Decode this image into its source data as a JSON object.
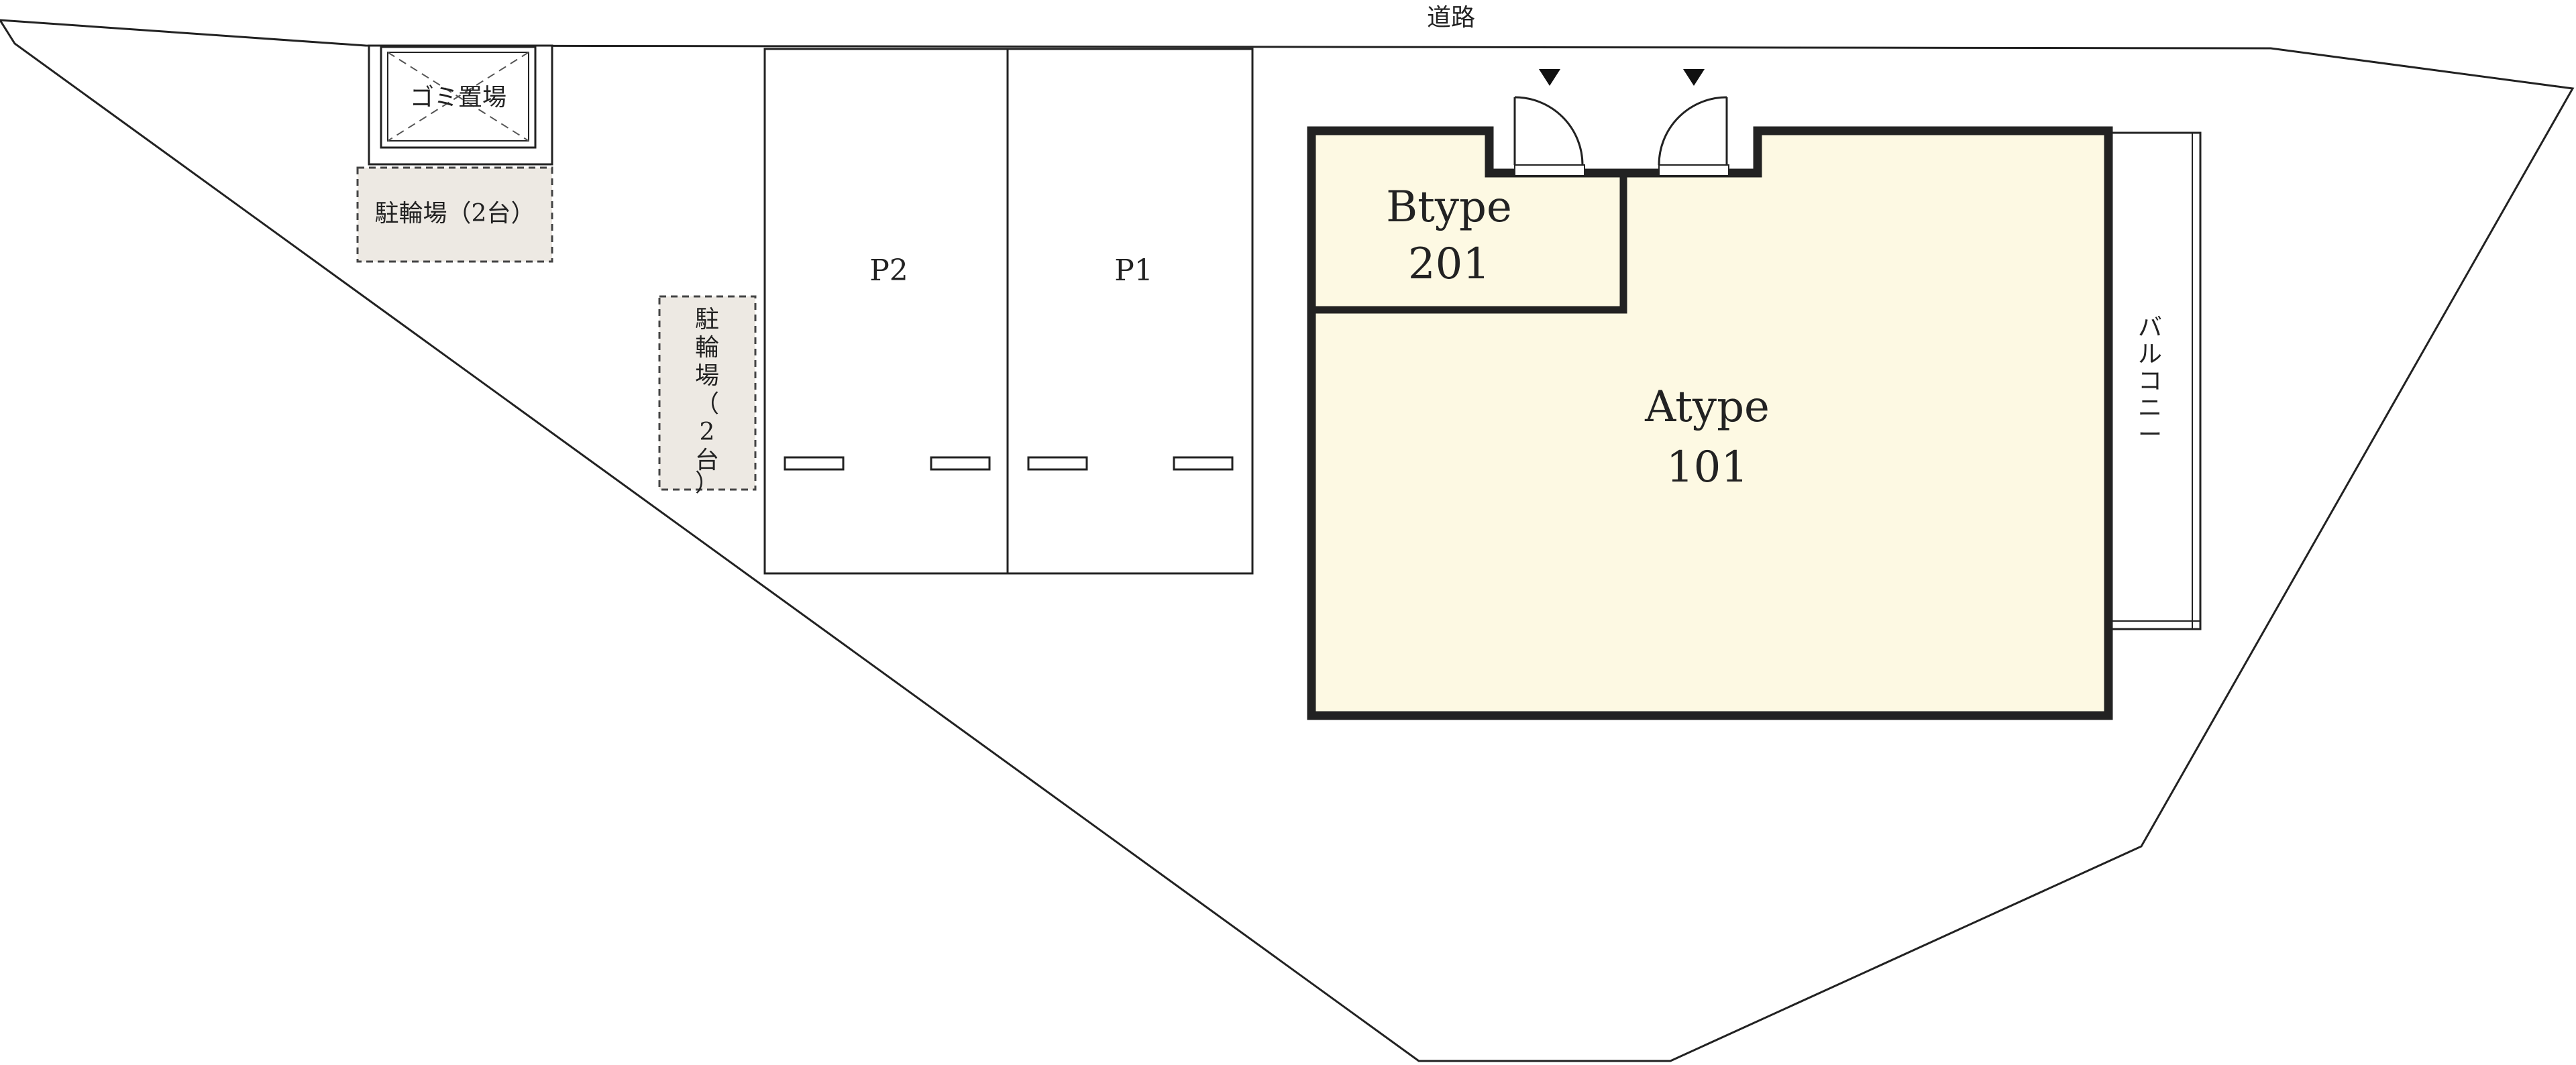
{
  "road_label": "道路",
  "garbage_label": "ゴミ置場",
  "bike_parking_top_label": "駐輪場（2台）",
  "bike_parking_side_label": [
    "駐",
    "輪",
    "場",
    "（",
    "2",
    "台",
    "）"
  ],
  "parking": [
    {
      "label": "P2"
    },
    {
      "label": "P1"
    }
  ],
  "rooms": [
    {
      "type": "Btype",
      "number": "201"
    },
    {
      "type": "Atype",
      "number": "101"
    }
  ],
  "balcony_label": [
    "バ",
    "ル",
    "コ",
    "ニ",
    "ー"
  ],
  "colors": {
    "room_fill": "#fdf9e3",
    "bike_fill": "#ede9e3",
    "line": "#222222"
  }
}
